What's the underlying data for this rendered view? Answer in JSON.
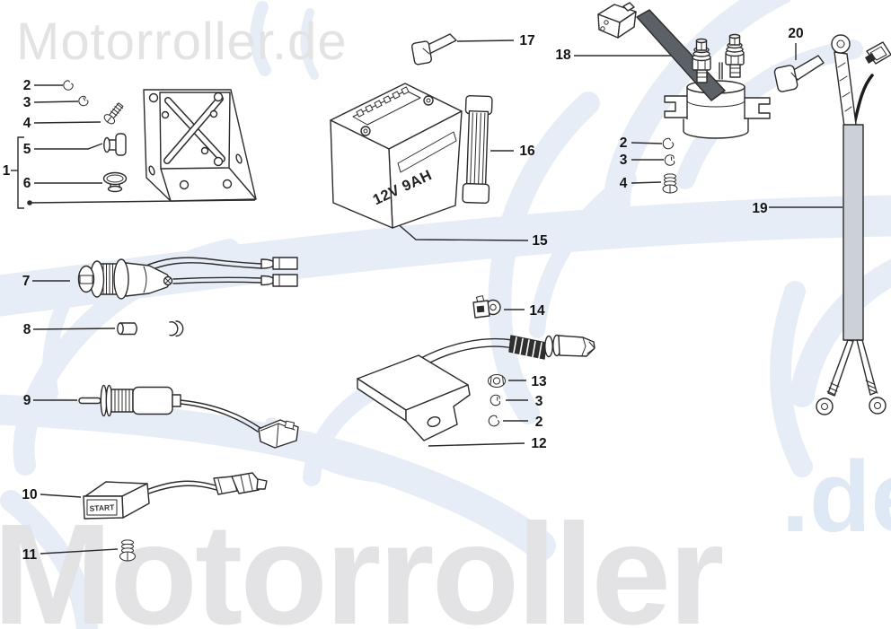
{
  "watermarks": {
    "brand_top": "Motorroller.de",
    "brand_bottom": "Motorroller",
    "brand_bottom_suffix": ".de"
  },
  "battery": {
    "capacity_label": "12V 9AH"
  },
  "start_module": {
    "label": "START"
  },
  "colors": {
    "line_art": "#2b2b2b",
    "watermark_gray": "#e3e3e4",
    "watermark_blue": "#dfe8f5",
    "swirl_blue": "#e7edf7",
    "relay_strap_dark": "#5b6167",
    "cable_sleeve_gray": "#ccd1d7"
  },
  "callouts": [
    {
      "label": "1"
    },
    {
      "label": "2"
    },
    {
      "label": "3"
    },
    {
      "label": "4"
    },
    {
      "label": "5"
    },
    {
      "label": "6"
    },
    {
      "label": "7"
    },
    {
      "label": "8"
    },
    {
      "label": "9"
    },
    {
      "label": "10"
    },
    {
      "label": "11"
    },
    {
      "label": "12"
    },
    {
      "label": "13"
    },
    {
      "label": "14"
    },
    {
      "label": "15"
    },
    {
      "label": "16"
    },
    {
      "label": "17"
    },
    {
      "label": "18"
    },
    {
      "label": "19"
    },
    {
      "label": "20"
    },
    {
      "label": "2"
    },
    {
      "label": "3"
    },
    {
      "label": "4"
    },
    {
      "label": "3"
    },
    {
      "label": "2"
    }
  ]
}
